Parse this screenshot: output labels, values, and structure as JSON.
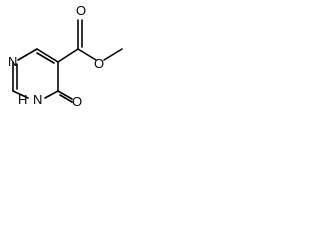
{
  "molecule": {
    "atoms": [
      {
        "id": "n_top",
        "label": "N"
      },
      {
        "id": "nh",
        "label": "H"
      },
      {
        "id": "n_bottom",
        "label": "N"
      },
      {
        "id": "o_ketone",
        "label": "O"
      },
      {
        "id": "o_carbonyl",
        "label": "O"
      },
      {
        "id": "o_ester",
        "label": "O"
      }
    ]
  }
}
